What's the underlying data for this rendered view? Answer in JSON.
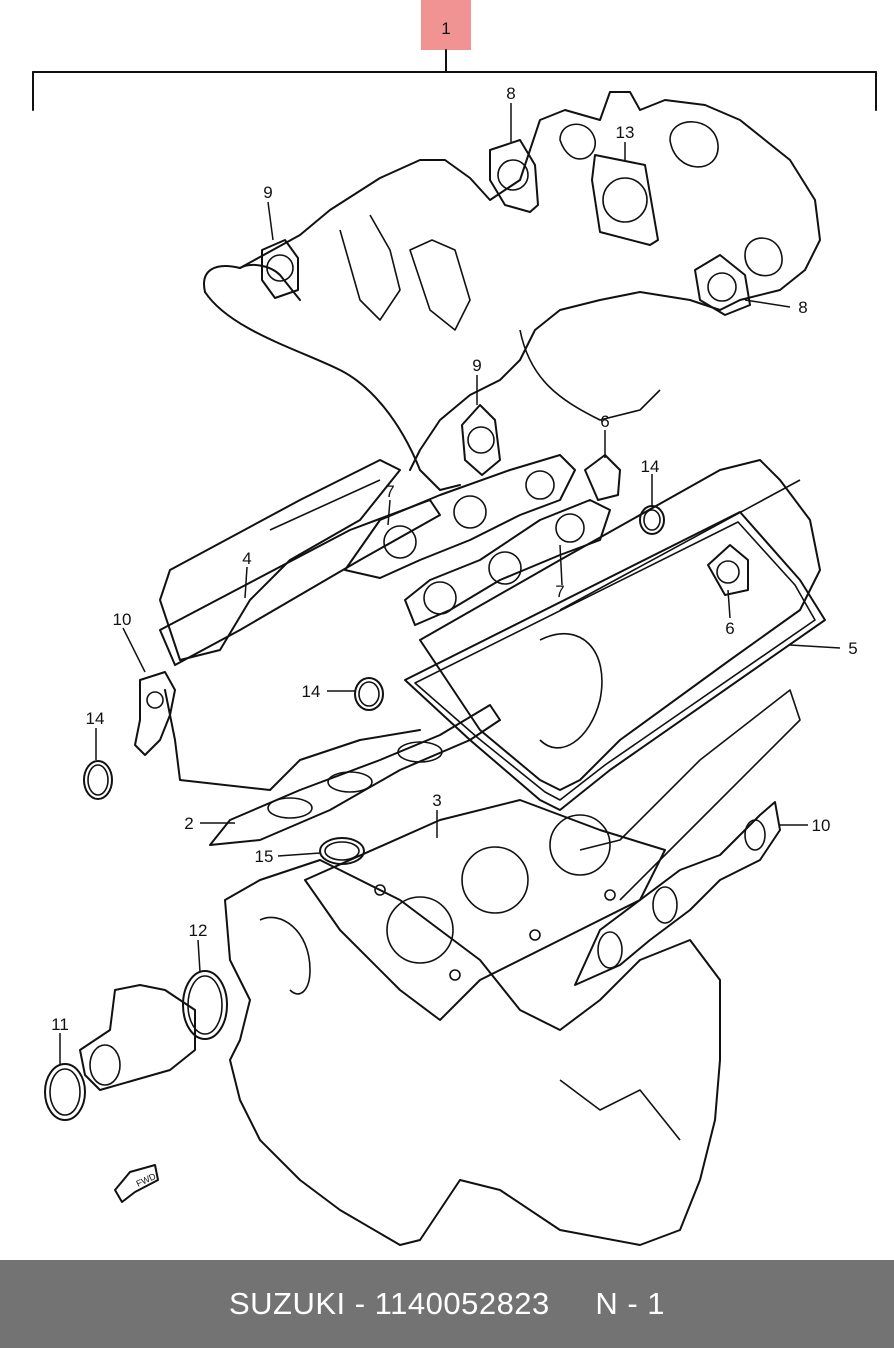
{
  "diagram": {
    "main_callout": "1",
    "callouts": {
      "c8a": "8",
      "c13": "13",
      "c9a": "9",
      "c8b": "8",
      "c9b": "9",
      "c6a": "6",
      "c14a": "14",
      "c7a": "7",
      "c4": "4",
      "c7b": "7",
      "c6b": "6",
      "c5": "5",
      "c10a": "10",
      "c14b": "14",
      "c14c": "14",
      "c2": "2",
      "c3": "3",
      "c10b": "10",
      "c15": "15",
      "c12": "12",
      "c11": "11"
    },
    "fwd_marker": "FWD"
  },
  "footer": {
    "text": "SUZUKI - 1140052823     N - 1"
  }
}
